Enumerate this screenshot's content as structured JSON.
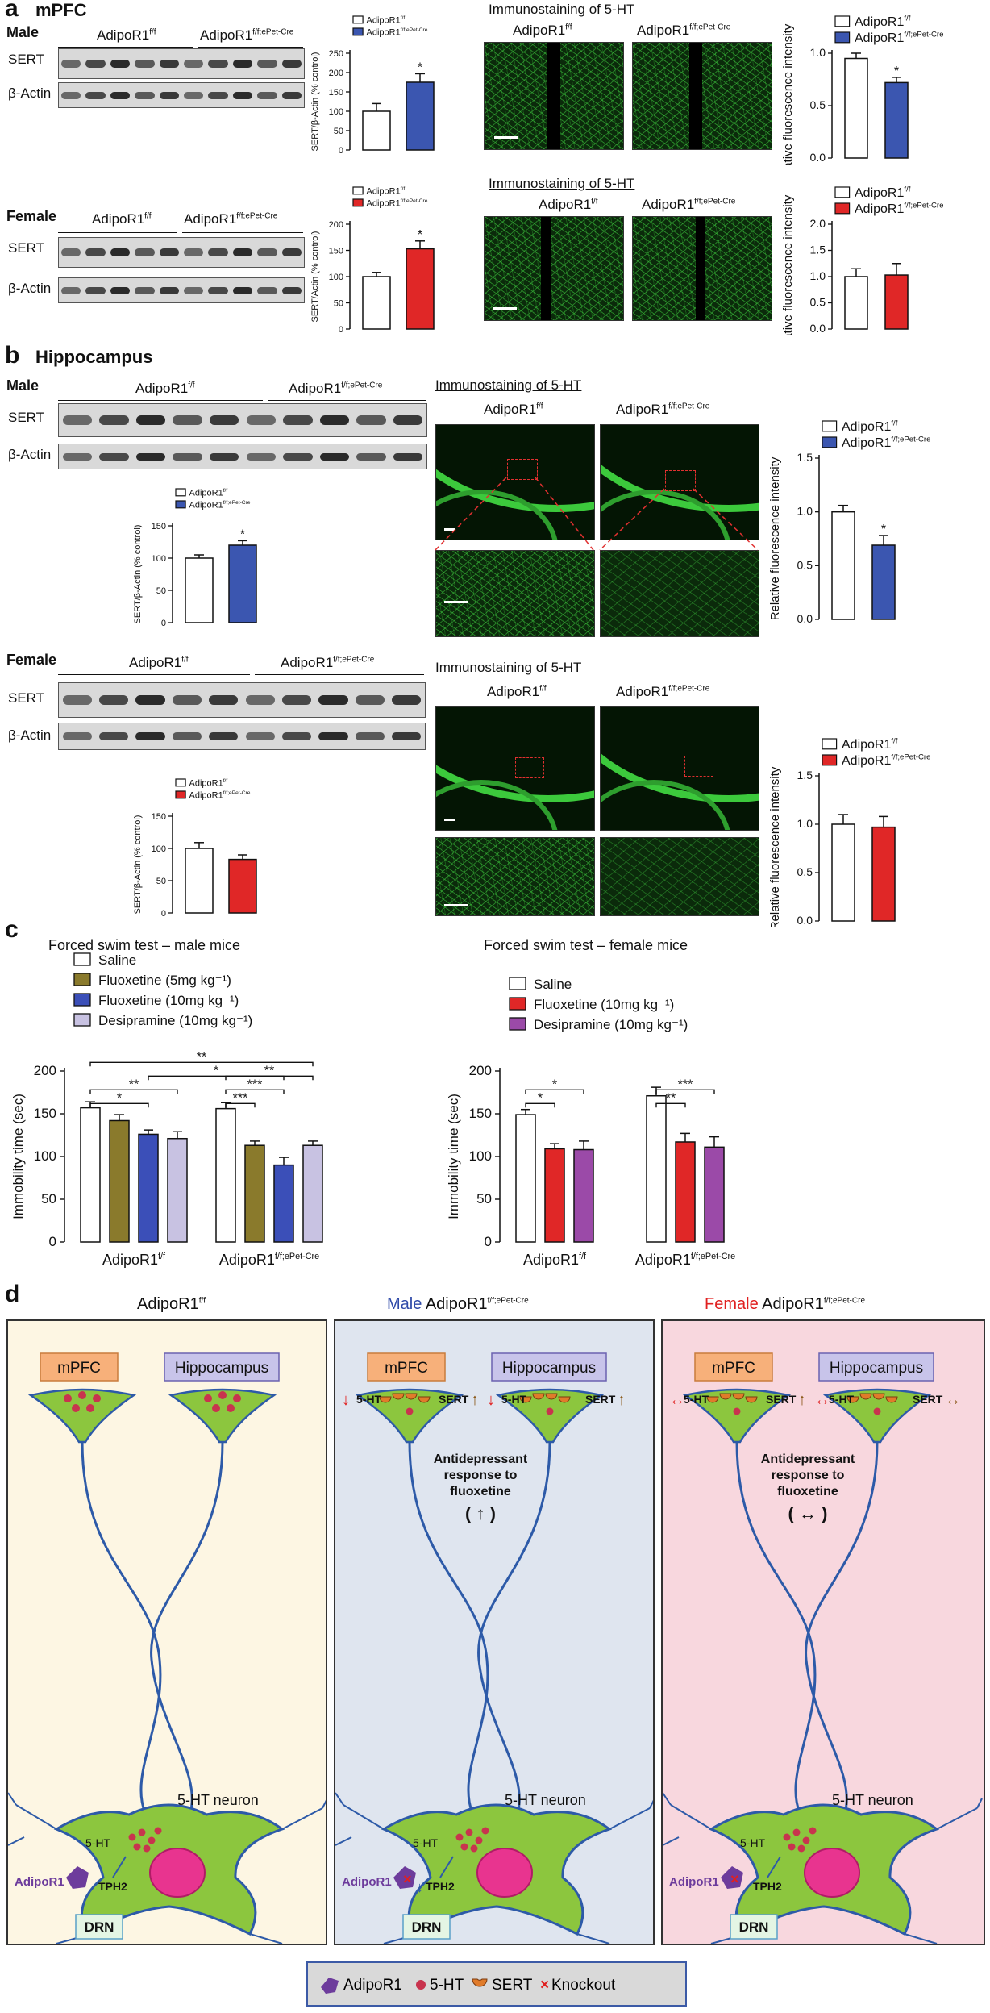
{
  "panel_a": {
    "label": "a",
    "title": "mPFC",
    "male": {
      "sex": "Male",
      "blot": {
        "group1": "AdipoR1",
        "group1_sup": "f/f",
        "group2": "AdipoR1",
        "group2_sup": "f/f;ePet-Cre",
        "row1": "SERT",
        "row2": "β-Actin"
      },
      "imm_title": "Immunostaining of 5-HT",
      "imm_labels": [
        {
          "base": "AdipoR1",
          "sup": "f/f"
        },
        {
          "base": "AdipoR1",
          "sup": "f/f;ePet-Cre"
        }
      ]
    },
    "female": {
      "sex": "Female",
      "blot": {
        "group1": "AdipoR1",
        "group1_sup": "f/f",
        "group2": "AdipoR1",
        "group2_sup": "f/f;ePet-Cre",
        "row1": "SERT",
        "row2": "β-Actin"
      },
      "imm_title": "Immunostaining of 5-HT",
      "imm_labels": [
        {
          "base": "AdipoR1",
          "sup": "f/f"
        },
        {
          "base": "AdipoR1",
          "sup": "f/f;ePet-Cre"
        }
      ]
    }
  },
  "panel_b": {
    "label": "b",
    "title": "Hippocampus",
    "male": {
      "sex": "Male",
      "blot": {
        "group1": "AdipoR1",
        "group1_sup": "f/f",
        "group2": "AdipoR1",
        "group2_sup": "f/f;ePet-Cre",
        "row1": "SERT",
        "row2": "β-Actin"
      },
      "imm_title": "Immunostaining of 5-HT",
      "imm_labels": [
        {
          "base": "AdipoR1",
          "sup": "f/f"
        },
        {
          "base": "AdipoR1",
          "sup": "f/f;ePet-Cre"
        }
      ]
    },
    "female": {
      "sex": "Female",
      "blot": {
        "group1": "AdipoR1",
        "group1_sup": "f/f",
        "group2": "AdipoR1",
        "group2_sup": "f/f;ePet-Cre",
        "row1": "SERT",
        "row2": "β-Actin"
      },
      "imm_title": "Immunostaining of 5-HT",
      "imm_labels": [
        {
          "base": "AdipoR1",
          "sup": "f/f"
        },
        {
          "base": "AdipoR1",
          "sup": "f/f;ePet-Cre"
        }
      ]
    }
  },
  "panel_c": {
    "label": "c",
    "male_title": "Forced swim test – male mice",
    "female_title": "Forced swim test – female mice",
    "male_legend": [
      "Saline",
      "Fluoxetine (5mg kg⁻¹)",
      "Fluoxetine (10mg kg⁻¹)",
      "Desipramine (10mg kg⁻¹)"
    ],
    "female_legend": [
      "Saline",
      "Fluoxetine (10mg kg⁻¹)",
      "Desipramine (10mg kg⁻¹)"
    ]
  },
  "panel_d": {
    "label": "d",
    "titles": [
      {
        "prefix": "",
        "prefix_color": "#111111",
        "base": "AdipoR1",
        "sup": "f/f"
      },
      {
        "prefix": "Male ",
        "prefix_color": "#2f4aa8",
        "base": "AdipoR1",
        "sup": "f/f;ePet-Cre"
      },
      {
        "prefix": "Female ",
        "prefix_color": "#e02020",
        "base": "AdipoR1",
        "sup": "f/f;ePet-Cre"
      }
    ],
    "mpfc": "mPFC",
    "hippocampus": "Hippocampus",
    "neuron_label": "5-HT neuron",
    "ht": "5-HT",
    "sert": "SERT",
    "tph2": "TPH2",
    "adipor1": "AdipoR1",
    "drn": "DRN",
    "response_text": "Antidepressant response to fluoxetine",
    "panel_colors": [
      "#fdf6e3",
      "#dfe5ef",
      "#f8d7de"
    ]
  },
  "bottom_legend": {
    "items": [
      {
        "icon": "adipor1-icon",
        "label": "AdipoR1"
      },
      {
        "icon": "5ht-dot-icon",
        "label": "5-HT"
      },
      {
        "icon": "sert-icon",
        "label": "SERT"
      },
      {
        "icon": "knockout-x-icon",
        "label": "Knockout"
      }
    ]
  },
  "colors": {
    "control": "#ffffff",
    "male_cre": "#3b56b0",
    "female_cre": "#e02727",
    "olive": "#8a7a2c",
    "blue": "#3b4fb8",
    "lavender": "#c8c2e2",
    "purple": "#9b4aa8",
    "neuron_green": "#8cc63e"
  },
  "chart_data": [
    {
      "id": "a_male_blot",
      "type": "bar",
      "ylabel": "SERT/β-Actin (% control)",
      "categories": [
        "AdipoR1 f/f",
        "AdipoR1 f/f;ePet-Cre"
      ],
      "values": [
        100,
        175
      ],
      "errors": [
        20,
        22
      ],
      "colors": [
        "#ffffff",
        "#3b56b0"
      ],
      "ylim": [
        0,
        250
      ],
      "ticks": [
        0,
        50,
        100,
        150,
        200,
        250
      ],
      "sig": [
        "",
        "*"
      ],
      "legend": [
        {
          "base": "AdipoR1",
          "sup": "f/f"
        },
        {
          "base": "AdipoR1",
          "sup": "f/f;ePet-Cre"
        }
      ]
    },
    {
      "id": "a_male_fluor",
      "type": "bar",
      "ylabel": "Relative fluorescence intensity",
      "categories": [
        "AdipoR1 f/f",
        "AdipoR1 f/f;ePet-Cre"
      ],
      "values": [
        0.95,
        0.72
      ],
      "errors": [
        0.05,
        0.05
      ],
      "colors": [
        "#ffffff",
        "#3b56b0"
      ],
      "ylim": [
        0,
        1.0
      ],
      "ticks": [
        0.0,
        0.5,
        1.0
      ],
      "sig": [
        "",
        "*"
      ],
      "legend": [
        {
          "base": "AdipoR1",
          "sup": "f/f"
        },
        {
          "base": "AdipoR1",
          "sup": "f/f;ePet-Cre"
        }
      ]
    },
    {
      "id": "a_female_blot",
      "type": "bar",
      "ylabel": "SERT/Actin (% control)",
      "categories": [
        "AdipoR1 f/f",
        "AdipoR1 f/f;ePet-Cre"
      ],
      "values": [
        100,
        153
      ],
      "errors": [
        8,
        15
      ],
      "colors": [
        "#ffffff",
        "#e02727"
      ],
      "ylim": [
        0,
        200
      ],
      "ticks": [
        0,
        50,
        100,
        150,
        200
      ],
      "sig": [
        "",
        "*"
      ],
      "legend": [
        {
          "base": "AdipoR1",
          "sup": "f/f"
        },
        {
          "base": "AdipoR1",
          "sup": "f/f;ePet-Cre"
        }
      ]
    },
    {
      "id": "a_female_fluor",
      "type": "bar",
      "ylabel": "Relative fluorescence intensity",
      "categories": [
        "AdipoR1 f/f",
        "AdipoR1 f/f;ePet-Cre"
      ],
      "values": [
        1.0,
        1.03
      ],
      "errors": [
        0.15,
        0.22
      ],
      "colors": [
        "#ffffff",
        "#e02727"
      ],
      "ylim": [
        0,
        2.0
      ],
      "ticks": [
        0.0,
        0.5,
        1.0,
        1.5,
        2.0
      ],
      "sig": [
        "",
        ""
      ],
      "legend": [
        {
          "base": "AdipoR1",
          "sup": "f/f"
        },
        {
          "base": "AdipoR1",
          "sup": "f/f;ePet-Cre"
        }
      ]
    },
    {
      "id": "b_male_blot",
      "type": "bar",
      "ylabel": "SERT/β-Actin (% control)",
      "categories": [
        "AdipoR1 f/f",
        "AdipoR1 f/f;ePet-Cre"
      ],
      "values": [
        100,
        120
      ],
      "errors": [
        5,
        7
      ],
      "colors": [
        "#ffffff",
        "#3b56b0"
      ],
      "ylim": [
        0,
        150
      ],
      "ticks": [
        0,
        50,
        100,
        150
      ],
      "sig": [
        "",
        "*"
      ],
      "legend": [
        {
          "base": "AdipoR1",
          "sup": "f/f"
        },
        {
          "base": "AdipoR1",
          "sup": "f/f;ePet-Cre"
        }
      ]
    },
    {
      "id": "b_male_fluor",
      "type": "bar",
      "ylabel": "Relative fluorescence intensity",
      "categories": [
        "AdipoR1 f/f",
        "AdipoR1 f/f;ePet-Cre"
      ],
      "values": [
        1.0,
        0.69
      ],
      "errors": [
        0.06,
        0.09
      ],
      "colors": [
        "#ffffff",
        "#3b56b0"
      ],
      "ylim": [
        0,
        1.5
      ],
      "ticks": [
        0.0,
        0.5,
        1.0,
        1.5
      ],
      "sig": [
        "",
        "*"
      ],
      "legend": [
        {
          "base": "AdipoR1",
          "sup": "f/f"
        },
        {
          "base": "AdipoR1",
          "sup": "f/f;ePet-Cre"
        }
      ]
    },
    {
      "id": "b_female_blot",
      "type": "bar",
      "ylabel": "SERT/β-Actin (% control)",
      "categories": [
        "AdipoR1 f/f",
        "AdipoR1 f/f;ePet-Cre"
      ],
      "values": [
        100,
        83
      ],
      "errors": [
        9,
        7
      ],
      "colors": [
        "#ffffff",
        "#e02727"
      ],
      "ylim": [
        0,
        150
      ],
      "ticks": [
        0,
        50,
        100,
        150
      ],
      "sig": [
        "",
        ""
      ],
      "legend": [
        {
          "base": "AdipoR1",
          "sup": "f/f"
        },
        {
          "base": "AdipoR1",
          "sup": "f/f;ePet-Cre"
        }
      ]
    },
    {
      "id": "b_female_fluor",
      "type": "bar",
      "ylabel": "Relative fluorescence intensity",
      "categories": [
        "AdipoR1 f/f",
        "AdipoR1 f/f;ePet-Cre"
      ],
      "values": [
        1.0,
        0.97
      ],
      "errors": [
        0.1,
        0.11
      ],
      "colors": [
        "#ffffff",
        "#e02727"
      ],
      "ylim": [
        0,
        1.5
      ],
      "ticks": [
        0.0,
        0.5,
        1.0,
        1.5
      ],
      "sig": [
        "",
        ""
      ],
      "legend": [
        {
          "base": "AdipoR1",
          "sup": "f/f"
        },
        {
          "base": "AdipoR1",
          "sup": "f/f;ePet-Cre"
        }
      ]
    },
    {
      "id": "c_male",
      "type": "bar",
      "title": "Forced swim test – male mice",
      "ylabel": "Immobility time (sec)",
      "groups": [
        {
          "base": "AdipoR1",
          "sup": "f/f"
        },
        {
          "base": "AdipoR1",
          "sup": "f/f;ePet-Cre"
        }
      ],
      "series": [
        {
          "name": "Saline",
          "color": "#ffffff",
          "values": [
            157,
            156
          ],
          "errors": [
            7,
            7
          ]
        },
        {
          "name": "Fluoxetine (5mg kg⁻¹)",
          "color": "#8a7a2c",
          "values": [
            142,
            113
          ],
          "errors": [
            7,
            5
          ]
        },
        {
          "name": "Fluoxetine (10mg kg⁻¹)",
          "color": "#3b4fb8",
          "values": [
            126,
            90
          ],
          "errors": [
            5,
            9
          ]
        },
        {
          "name": "Desipramine (10mg kg⁻¹)",
          "color": "#c8c2e2",
          "values": [
            121,
            113
          ],
          "errors": [
            8,
            5
          ]
        }
      ],
      "ylim": [
        0,
        200
      ],
      "ticks": [
        0,
        50,
        100,
        150,
        200
      ],
      "brackets": [
        {
          "g1": 0,
          "s1": 0,
          "g2": 0,
          "s2": 2,
          "level": 0,
          "label": "*"
        },
        {
          "g1": 0,
          "s1": 0,
          "g2": 0,
          "s2": 3,
          "level": 1,
          "label": "**"
        },
        {
          "g1": 0,
          "s1": 2,
          "g2": 1,
          "s2": 2,
          "level": 2,
          "label": "*"
        },
        {
          "g1": 0,
          "s1": 0,
          "g2": 1,
          "s2": 3,
          "level": 3,
          "label": "**"
        },
        {
          "g1": 1,
          "s1": 0,
          "g2": 1,
          "s2": 1,
          "level": 0,
          "label": "***"
        },
        {
          "g1": 1,
          "s1": 0,
          "g2": 1,
          "s2": 2,
          "level": 1,
          "label": "***"
        },
        {
          "g1": 1,
          "s1": 0,
          "g2": 1,
          "s2": 3,
          "level": 2,
          "label": "**"
        }
      ]
    },
    {
      "id": "c_female",
      "type": "bar",
      "title": "Forced swim test – female mice",
      "ylabel": "Immobility time (sec)",
      "groups": [
        {
          "base": "AdipoR1",
          "sup": "f/f"
        },
        {
          "base": "AdipoR1",
          "sup": "f/f;ePet-Cre"
        }
      ],
      "series": [
        {
          "name": "Saline",
          "color": "#ffffff",
          "values": [
            149,
            171
          ],
          "errors": [
            6,
            10
          ]
        },
        {
          "name": "Fluoxetine (10mg kg⁻¹)",
          "color": "#e02727",
          "values": [
            109,
            117
          ],
          "errors": [
            6,
            10
          ]
        },
        {
          "name": "Desipramine (10mg kg⁻¹)",
          "color": "#9b4aa8",
          "values": [
            108,
            111
          ],
          "errors": [
            10,
            12
          ]
        }
      ],
      "ylim": [
        0,
        200
      ],
      "ticks": [
        0,
        50,
        100,
        150,
        200
      ],
      "brackets": [
        {
          "g1": 0,
          "s1": 0,
          "g2": 0,
          "s2": 1,
          "level": 0,
          "label": "*"
        },
        {
          "g1": 0,
          "s1": 0,
          "g2": 0,
          "s2": 2,
          "level": 1,
          "label": "*"
        },
        {
          "g1": 1,
          "s1": 0,
          "g2": 1,
          "s2": 1,
          "level": 0,
          "label": "**"
        },
        {
          "g1": 1,
          "s1": 0,
          "g2": 1,
          "s2": 2,
          "level": 1,
          "label": "***"
        }
      ]
    }
  ]
}
